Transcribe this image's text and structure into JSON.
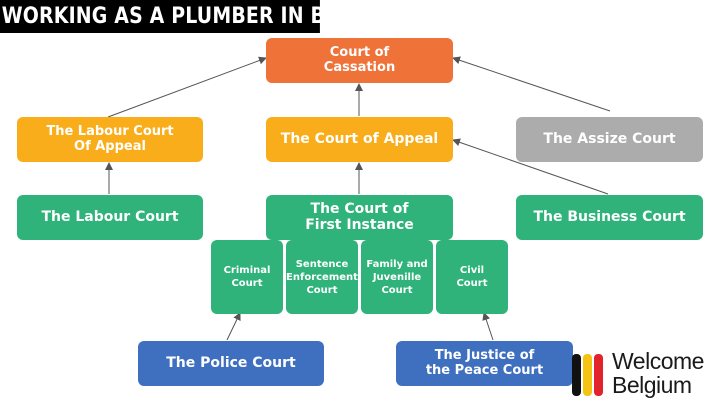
{
  "banner": {
    "title": "WORKING AS A PLUMBER IN BELGIUM"
  },
  "diagram": {
    "cassation": "Court of\nCassation",
    "labour_appeal": "The Labour Court\nOf Appeal",
    "appeal": "The Court of Appeal",
    "assize": "The Assize Court",
    "labour": "The Labour Court",
    "first_instance": "The Court of\nFirst Instance",
    "business": "The Business Court",
    "criminal": "Criminal\nCourt",
    "sentence": "Sentence\nEnforcement\nCourt",
    "family": "Family and\nJuvenille\nCourt",
    "civil": "Civil\nCourt",
    "police": "The Police Court",
    "justice_peace": "The Justice of\nthe Peace Court"
  },
  "logo": {
    "line1": "Welcome",
    "line2": "Belgium"
  },
  "colors": {
    "cassation": "#ef7239",
    "appeal": "#f9ad1b",
    "first_instance": "#2fb37a",
    "assize": "#acacac",
    "lower": "#3f70c0",
    "arrow": "#555555"
  }
}
